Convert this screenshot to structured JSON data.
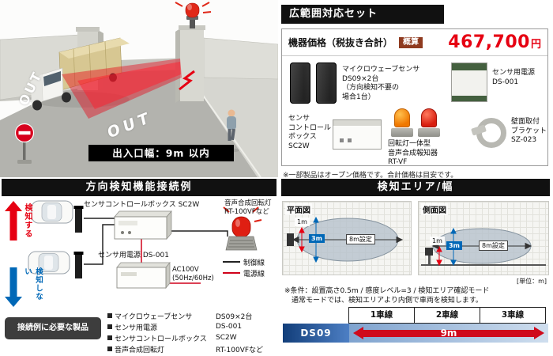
{
  "colors": {
    "accent_red": "#e60012",
    "detect_blue": "#0068b7",
    "header_black": "#111111",
    "badge_brown": "#8f3a1f",
    "table_blue_dark": "#123e7a",
    "table_blue_mid": "#4d7fc4",
    "table_blue_light": "#cfdeee"
  },
  "top_left": {
    "out_marking_1": "OUT",
    "out_marking_2": "OUT",
    "entrance_width_label": "出入口幅：9m 以内"
  },
  "top_right": {
    "header": "広範囲対応セット",
    "price_label": "機器価格（税抜き合計）",
    "estimate_badge": "概算",
    "price_value": "467,700",
    "price_unit": "円",
    "products": [
      {
        "name": "マイクロウェーブセンサ",
        "model": "DS09×2台",
        "note": "（方向検知不要の\n場合1台）"
      },
      {
        "name": "センサ用電源",
        "model": "DS-001"
      },
      {
        "name": "センサ\nコントロール\nボックス",
        "model": "SC2W"
      },
      {
        "name": "回転灯一体型\n音声合成報知器",
        "model": "RT-VF"
      },
      {
        "name": "壁面取付\nブラケット",
        "model": "SZ-023"
      }
    ],
    "footnote": "※一部製品はオープン価格です。合計価格は目安です。"
  },
  "bottom_left": {
    "header": "方向検知機能接続例",
    "detect_label": "検知する",
    "no_detect_label": "検知しない",
    "control_box_label": "センサコントロールボックス SC2W",
    "revolving_light_label": "音声合成回転灯\nRT-100VFなど",
    "power_supply_label": "センサ用電源 DS-001",
    "ac_label": "AC100V\n(50Hz/60Hz)",
    "legend": {
      "control_line": "制御線",
      "power_line": "電源線"
    },
    "required_title": "接続例に必要な製品",
    "required_items": [
      {
        "name": "マイクロウェーブセンサ",
        "model": "DS09×2台"
      },
      {
        "name": "センサ用電源",
        "model": "DS-001"
      },
      {
        "name": "センサコントロールボックス",
        "model": "SC2W"
      },
      {
        "name": "音声合成回転灯",
        "model": "RT-100VFなど"
      }
    ]
  },
  "bottom_right": {
    "header": "検知エリア/幅",
    "plan_view": {
      "title": "平面図",
      "dim_1m": "1m",
      "dim_3m": "3m",
      "dim_8m": "8m設定"
    },
    "side_view": {
      "title": "側面図",
      "dim_1m": "1m",
      "dim_3m": "3m",
      "dim_8m": "8m設定"
    },
    "unit_label": "[単位：m]",
    "note_line1": "※条件：設置高さ0.5m / 感度レベル=3 / 検知エリア確認モード",
    "note_line2": "通常モードでは、検知エリアより内側で車両を検知します。",
    "table": {
      "lanes": [
        "1車線",
        "2車線",
        "3車線"
      ],
      "row_label": "DS09",
      "span_label": "9m"
    }
  }
}
